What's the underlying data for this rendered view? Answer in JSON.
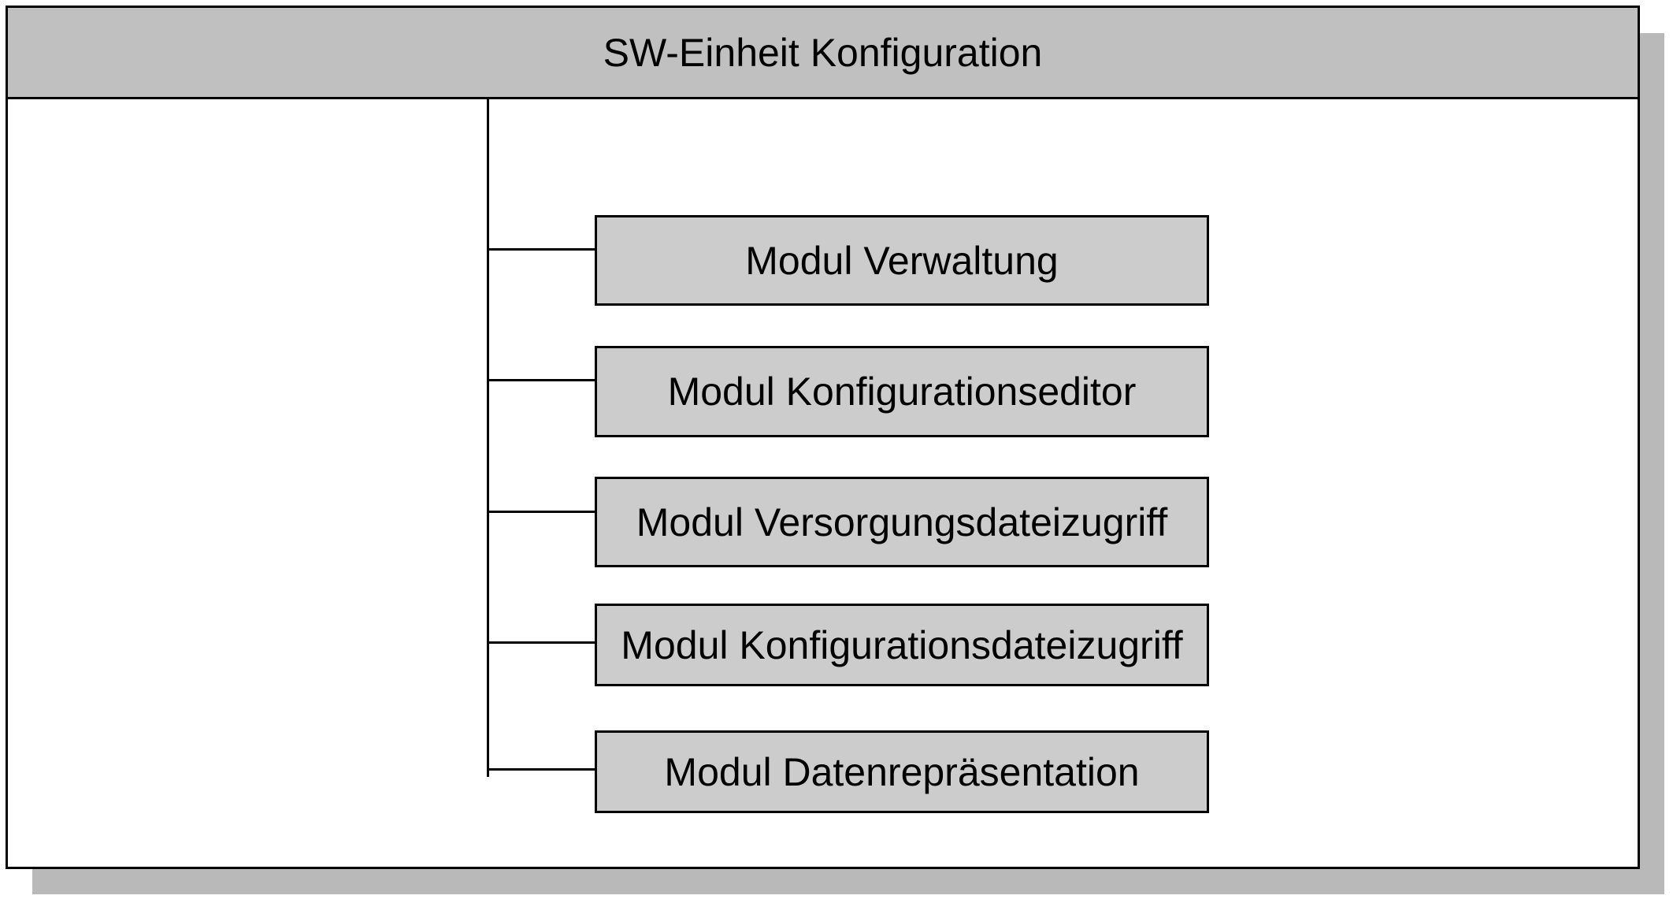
{
  "title": "SW-Einheit Konfiguration",
  "modules": [
    "Modul Verwaltung",
    "Modul Konfigurationseditor",
    "Modul Versorgungsdateizugriff",
    "Modul Konfigurationsdateizugriff",
    "Modul Datenrepräsentation"
  ],
  "colors": {
    "header_fill": "#c0c0c0",
    "module_fill": "#cccccc",
    "shadow": "#b9b9b9",
    "stroke": "#000000"
  }
}
